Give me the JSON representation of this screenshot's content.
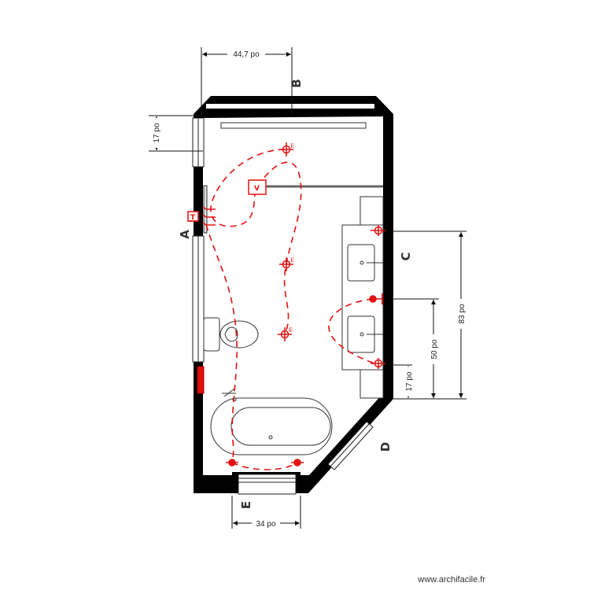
{
  "dimensions": {
    "top": "44,7 po",
    "left": "17 po",
    "right_total": "83 po",
    "right_mid": "50 po",
    "right_low": "17 po",
    "bottom": "34 po"
  },
  "wall_labels": {
    "a": "A",
    "b": "B",
    "c": "C",
    "d": "D",
    "e": "E"
  },
  "electrical": {
    "outlet_letter": "E",
    "panel_letter": "T",
    "fan_letter": "V"
  },
  "colors": {
    "wall": "#000000",
    "electrical": "#e11111",
    "fixture_line": "#333333",
    "heater": "#dd1111"
  },
  "credit": "www.archifacile.fr"
}
